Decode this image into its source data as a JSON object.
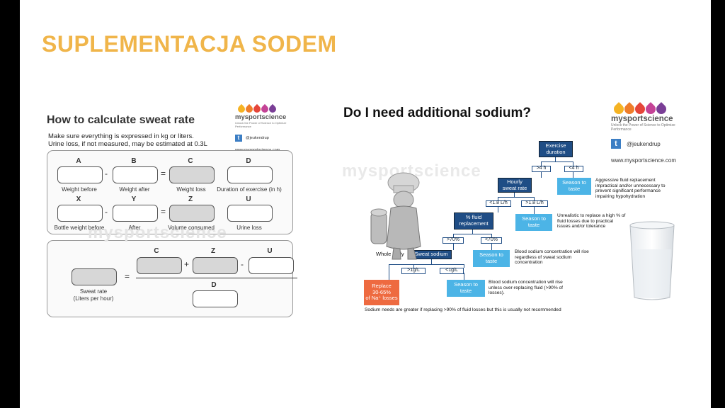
{
  "slide_title": "SUPLEMENTACJA SODEM",
  "colors": {
    "title": "#f0b54a",
    "node_dark": "#1f4d85",
    "node_light": "#4cb4e6",
    "node_red": "#ee6a40",
    "logo_dots": [
      "#f5b324",
      "#ef7d2a",
      "#e5463a",
      "#c44396",
      "#7a3e96"
    ]
  },
  "logo": {
    "word": "mysportscience",
    "tagline": "Unlock the Power of Science to Optimize Performance",
    "twitter_icon": "t",
    "handle": "@jeukendrup",
    "url": "www.mysportscience.com"
  },
  "watermark": "mysportscience",
  "sweat_rate": {
    "title": "How to calculate sweat rate",
    "note1": "Make sure everything is expressed in kg or liters.",
    "note2": "Urine loss, if not measured, may be estimated at 0.3L",
    "row1": {
      "letters": [
        "A",
        "B",
        "C",
        "D"
      ],
      "captions": [
        "Weight before",
        "Weight after",
        "Weight loss",
        "Duration of exercise (in h)"
      ]
    },
    "row2": {
      "letters": [
        "X",
        "Y",
        "Z",
        "U"
      ],
      "captions": [
        "Bottle weight before",
        "After",
        "Volume consumed",
        "Urine loss"
      ]
    },
    "formula": {
      "top_letters": [
        "C",
        "Z",
        "U"
      ],
      "bottom_letter": "D",
      "caption": "Sweat rate\n(Liters per hour)"
    },
    "ops": {
      "minus": "-",
      "equals": "=",
      "plus": "+"
    }
  },
  "sodium": {
    "title": "Do I need additional sodium?",
    "nodes": {
      "exercise": "Exercise\nduration",
      "gt4": ">4 h",
      "lt4": "<4 h",
      "season1": "Season to\ntaste",
      "hourly": "Hourly\nsweat rate",
      "lt18": "<1.8 L/h",
      "gt18": ">1.8 L/h",
      "season2": "Season to\ntaste",
      "pct": "% fluid\nreplacement",
      "gt70": ">70%",
      "lt70": "<70%",
      "season3": "Season to\ntaste",
      "whole_body": "Whole body",
      "sweat_sodium": "Sweat sodium",
      "gt1g": ">1g/L",
      "lt1g": "<1g/L",
      "replace": "Replace\n30-65%\nof Na⁺ losses",
      "season4": "Season to\ntaste"
    },
    "texts": {
      "t1": "Aggressive fluid replacement impractical and/or unnecessary to prevent significant performance impairing hypohydration",
      "t2": "Unrealistic to replace a high % of fluid losses due to practical issues and/or tolerance",
      "t3": "Blood sodium concentration will rise regardless of sweat sodium concentration",
      "t4": "Blood sodium concentration will rise unless over-replacing fluid (>90% of losses).",
      "footer": "Sodium needs are greater if replacing >90% of fluid losses but this is usually not recommended"
    }
  }
}
